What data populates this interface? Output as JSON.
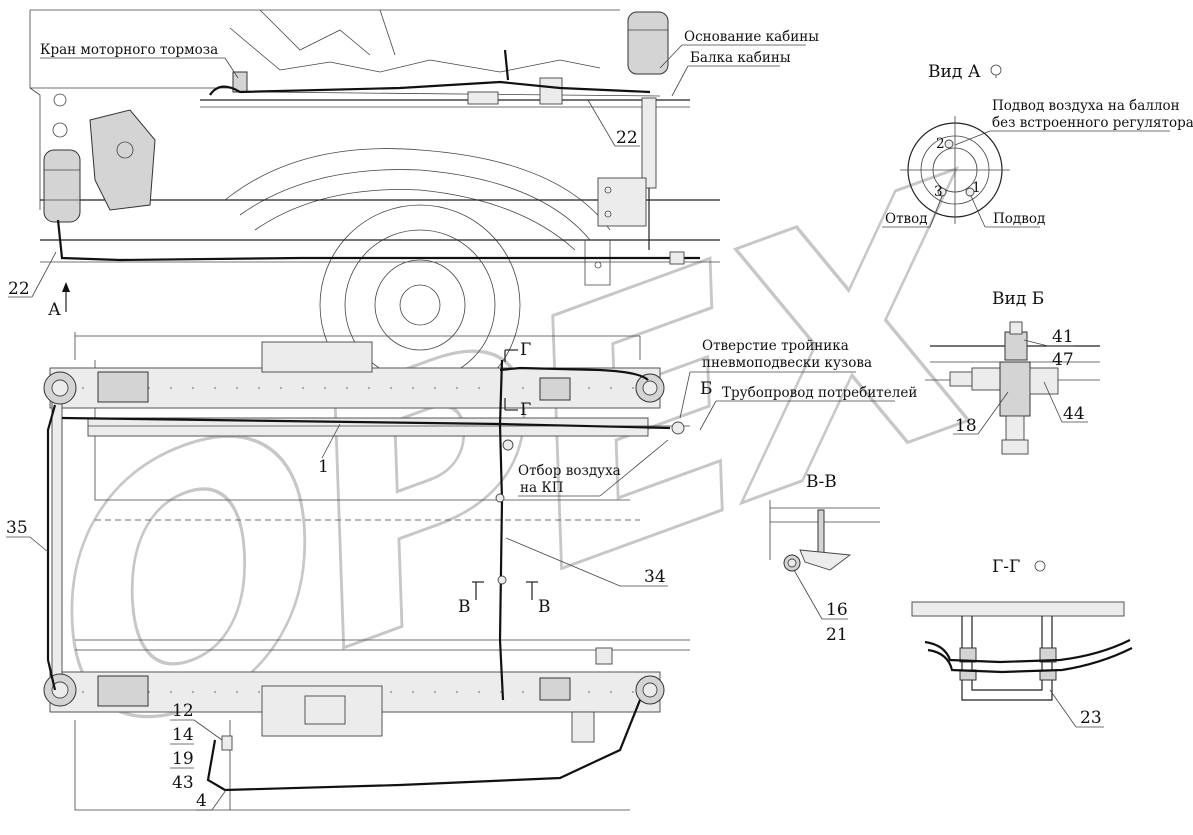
{
  "labels": {
    "engine_brake_valve": "Кран моторного тормоза",
    "cab_base": "Основание кабины",
    "cab_beam": "Балка кабины",
    "view_a": "Вид А",
    "air_supply_note_line1": "Подвод воздуха на баллон",
    "air_supply_note_line2": "без встроенного регулятора",
    "outlet": "Отвод",
    "inlet": "Подвод",
    "view_b": "Вид Б",
    "tee_hole_line1": "Отверстие тройника",
    "tee_hole_line2": "пневмоподвески кузова",
    "consumers_pipe": "Трубопровод потребителей",
    "gearbox_air_line1": "Отбор воздуха",
    "gearbox_air_line2": "на КП",
    "section_vv": "В-В",
    "section_gg": "Г-Г",
    "mark_a": "А",
    "mark_b": "Б",
    "mark_v": "В",
    "mark_g": "Г",
    "port_1": "1",
    "port_2": "2",
    "port_3": "3"
  },
  "callouts": {
    "c22_top": "22",
    "c22_left": "22",
    "c41": "41",
    "c47": "47",
    "c18": "18",
    "c44": "44",
    "c1": "1",
    "c35": "35",
    "c34": "34",
    "c16": "16",
    "c21": "21",
    "c23": "23",
    "c12": "12",
    "c14": "14",
    "c19": "19",
    "c43": "43",
    "c4": "4"
  },
  "watermark": "OPEX"
}
